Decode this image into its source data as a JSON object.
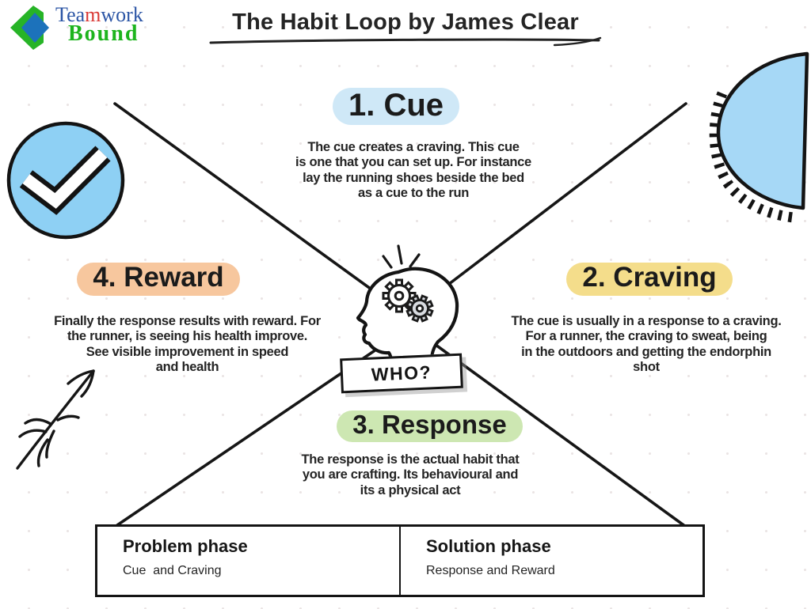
{
  "logo": {
    "name": "Teamwork Bound logo",
    "teamwork_part1": "Tea",
    "teamwork_part2": "m",
    "teamwork_part3": "work",
    "bound": "Bound",
    "colors": {
      "green": "#1db41d",
      "blue": "#1c72bb",
      "text_blue": "#2b55a5",
      "text_red": "#d93a36"
    }
  },
  "title": "The Habit Loop by James Clear",
  "who_label": "WHO?",
  "sections": {
    "cue": {
      "heading": "1. Cue",
      "body": "The cue creates a craving. This cue\nis one that you can set up. For instance\nlay the running shoes beside the bed\nas a cue to the run",
      "highlight_color": "#cfe8f7"
    },
    "craving": {
      "heading": "2. Craving",
      "body": "The cue is usually in a response to a craving.\nFor a runner, the craving to sweat, being\nin the outdoors and getting the endorphin\nshot",
      "highlight_color": "#f4dd8b"
    },
    "response": {
      "heading": "3. Response",
      "body": "The response is the actual habit that\nyou are crafting. Its behavioural and\nits a physical act",
      "highlight_color": "#cde7b2"
    },
    "reward": {
      "heading": "4. Reward",
      "body": "Finally the response results with reward. For\nthe runner, is seeing his health improve.\nSee visible improvement in speed\nand health",
      "highlight_color": "#f7c79e"
    }
  },
  "table": {
    "problem": {
      "header": "Problem phase",
      "value": "Cue  and Craving"
    },
    "solution": {
      "header": "Solution phase",
      "value": "Response and Reward"
    }
  },
  "decorations": {
    "check_icon": "check-mark in blue circle",
    "half_circle_icon": "blue half circle with hatched rim",
    "head_gears_icon": "head profile with gears",
    "sketch_arrow_icon": "hand drawn arrow",
    "check_circle_color": "#8ed0f4",
    "half_circle_color": "#a6d8f6",
    "ink_color": "#161616"
  }
}
